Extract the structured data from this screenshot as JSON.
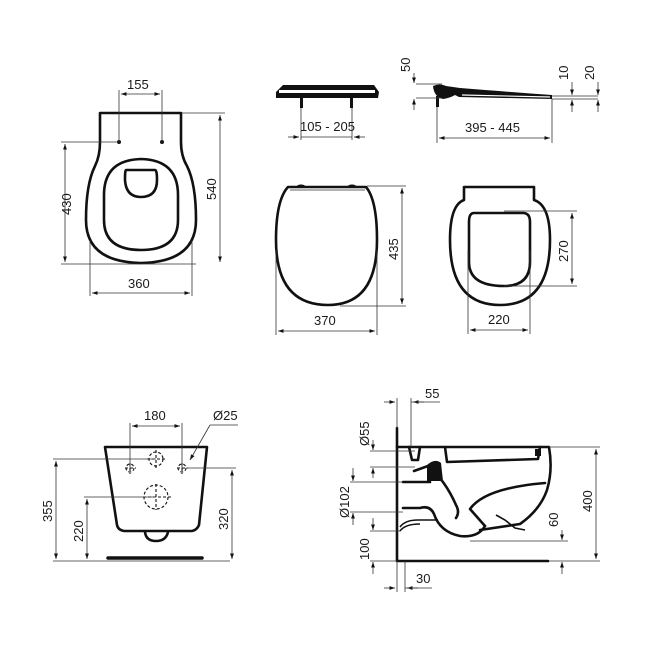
{
  "views": {
    "top_view": {
      "name": "Toilet bowl top view",
      "dimensions": {
        "fixing_spacing": "155",
        "fixing_to_front": "430",
        "total_length": "540",
        "width": "360"
      }
    },
    "seat_side_front": {
      "name": "Seat front elevation",
      "dimensions": {
        "hinge_spacing": "105 - 205"
      }
    },
    "seat_side_profile": {
      "name": "Seat side profile",
      "dimensions": {
        "height": "50",
        "seat_thickness": "10",
        "seat_offset": "20",
        "hinge_to_front": "395 - 445"
      }
    },
    "seat_lid_top": {
      "name": "Seat lid top view",
      "dimensions": {
        "length": "435",
        "width": "370"
      }
    },
    "seat_ring_top": {
      "name": "Seat ring top view",
      "dimensions": {
        "opening_length": "270",
        "opening_width": "220"
      }
    },
    "rear_view": {
      "name": "Toilet rear view",
      "dimensions": {
        "bolt_spacing": "180",
        "bolt_diameter": "Ø25",
        "inlet_height": "355",
        "outlet_height": "220",
        "bolt_height": "320"
      }
    },
    "side_section": {
      "name": "Toilet side section",
      "dimensions": {
        "inlet_offset": "55",
        "inlet_diameter": "Ø55",
        "outlet_diameter": "Ø102",
        "outlet_height": "100",
        "bowl_height": "400",
        "base_clearance": "60",
        "wall_offset": "30"
      }
    }
  }
}
